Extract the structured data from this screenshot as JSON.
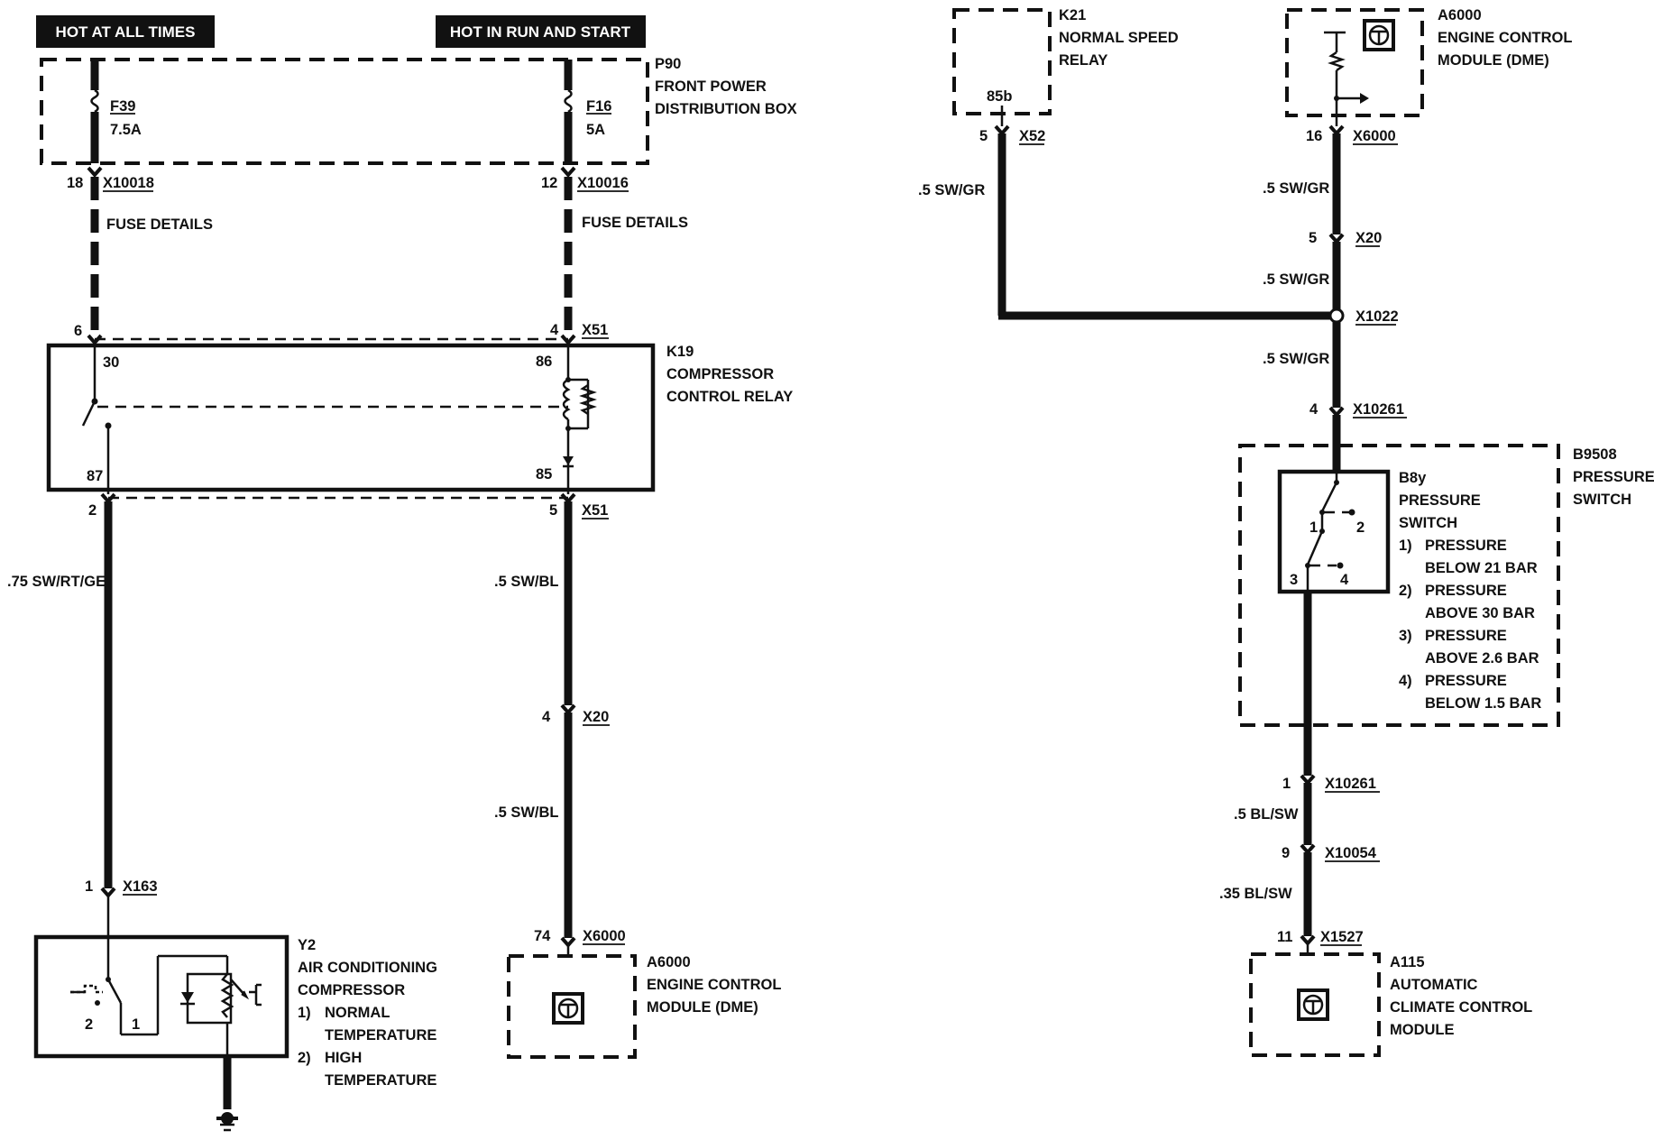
{
  "headers": {
    "hot_at_all_times": "HOT AT ALL TIMES",
    "hot_in_run_and_start": "HOT IN RUN AND START"
  },
  "p90": {
    "id": "P90",
    "line1": "FRONT POWER",
    "line2": "DISTRIBUTION BOX"
  },
  "f39": {
    "id": "F39",
    "rating": "7.5A"
  },
  "f16": {
    "id": "F16",
    "rating": "5A"
  },
  "connectors": {
    "x10018": {
      "pin": "18",
      "name": "X10018"
    },
    "x10016": {
      "pin": "12",
      "name": "X10016"
    },
    "x51_top_left_pin": "6",
    "x51_top": {
      "pin": "4",
      "name": "X51"
    },
    "x51_bottom_left_pin": "2",
    "x51_bottom": {
      "pin": "5",
      "name": "X51"
    },
    "x20_left": {
      "pin": "4",
      "name": "X20"
    },
    "x163": {
      "pin": "1",
      "name": "X163"
    },
    "x6000_left": {
      "pin": "74",
      "name": "X6000"
    },
    "x52": {
      "pin": "5",
      "name": "X52"
    },
    "x6000_right": {
      "pin": "16",
      "name": "X6000"
    },
    "x20_right": {
      "pin": "5",
      "name": "X20"
    },
    "x1022": {
      "name": "X1022"
    },
    "x10261_top": {
      "pin": "4",
      "name": "X10261"
    },
    "x10261_bottom": {
      "pin": "1",
      "name": "X10261"
    },
    "x10054": {
      "pin": "9",
      "name": "X10054"
    },
    "x1527": {
      "pin": "11",
      "name": "X1527"
    }
  },
  "fuse_details": {
    "left": "FUSE DETAILS",
    "right": "FUSE DETAILS"
  },
  "k19": {
    "id": "K19",
    "line1": "COMPRESSOR",
    "line2": "CONTROL RELAY",
    "pin30": "30",
    "pin86": "86",
    "pin87": "87",
    "pin85": "85"
  },
  "wires": {
    "w_075": ".75 SW/RT/GE",
    "w_sw_bl_1": ".5 SW/BL",
    "w_sw_bl_2": ".5 SW/BL",
    "w_sw_gr_k21": ".5 SW/GR",
    "w_sw_gr_1": ".5 SW/GR",
    "w_sw_gr_2": ".5 SW/GR",
    "w_sw_gr_3": ".5 SW/GR",
    "w_bl_sw_1": ".5 BL/SW",
    "w_bl_sw_2": ".35 BL/SW"
  },
  "y2": {
    "id": "Y2",
    "line1": "AIR CONDITIONING",
    "line2": "COMPRESSOR",
    "n1": "1)",
    "n1_l1": "NORMAL",
    "n1_l2": "TEMPERATURE",
    "n2": "2)",
    "n2_l1": "HIGH",
    "n2_l2": "TEMPERATURE",
    "pin1": "1",
    "pin2": "2"
  },
  "a6000_left": {
    "id": "A6000",
    "line1": "ENGINE CONTROL",
    "line2": "MODULE (DME)"
  },
  "k21": {
    "id": "K21",
    "line1": "NORMAL SPEED",
    "line2": "RELAY",
    "pin": "85b"
  },
  "a6000_right": {
    "id": "A6000",
    "line1": "ENGINE CONTROL",
    "line2": "MODULE (DME)"
  },
  "b9508": {
    "id": "B9508",
    "line1": "PRESSURE",
    "line2": "SWITCH"
  },
  "b8y": {
    "id": "B8y",
    "line1": "PRESSURE",
    "line2": "SWITCH",
    "pin1": "1",
    "pin2": "2",
    "pin3": "3",
    "pin4": "4",
    "items": [
      {
        "num": "1)",
        "l1": "PRESSURE",
        "l2": "BELOW 21 BAR"
      },
      {
        "num": "2)",
        "l1": "PRESSURE",
        "l2": "ABOVE 30 BAR"
      },
      {
        "num": "3)",
        "l1": "PRESSURE",
        "l2": "ABOVE 2.6 BAR"
      },
      {
        "num": "4)",
        "l1": "PRESSURE",
        "l2": "BELOW 1.5 BAR"
      }
    ]
  },
  "a115": {
    "id": "A115",
    "line1": "AUTOMATIC",
    "line2": "CLIMATE CONTROL",
    "line3": "MODULE"
  }
}
